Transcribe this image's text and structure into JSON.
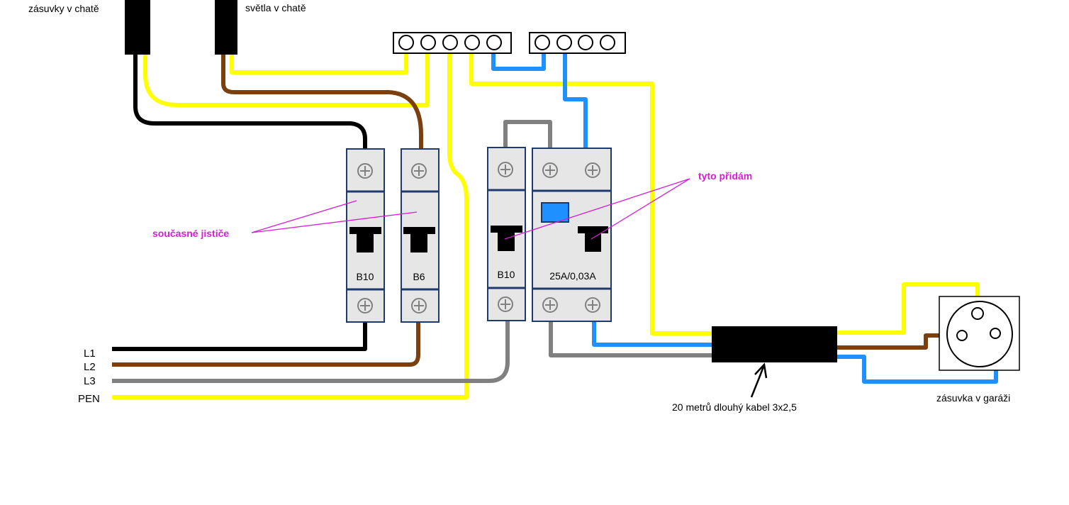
{
  "labels": {
    "zasuvky_chata": "zásuvky v chatě",
    "svetla_chata": "světla v chatě",
    "l1": "L1",
    "l2": "L2",
    "l3": "L3",
    "pen": "PEN",
    "soucasne_jistice": "současné jističe",
    "tyto_pridam": "tyto přidám",
    "kabel": "20 metrů dlouhý kabel  3x2,5",
    "zasuvka_garaz": "zásuvka v garáži"
  },
  "breakers": {
    "b10_existing": "B10",
    "b6_existing": "B6",
    "b10_new": "B10",
    "rcd_new": "25A/0,03A"
  },
  "colors": {
    "phase_l1": "#000000",
    "phase_l2": "#7a4010",
    "phase_l3": "#808080",
    "pen": "#ffff00",
    "neutral": "#1e90ff",
    "annotation": "#d21fd2",
    "breaker_body": "#e6e6e6",
    "breaker_outline": "#1e3a6e"
  }
}
